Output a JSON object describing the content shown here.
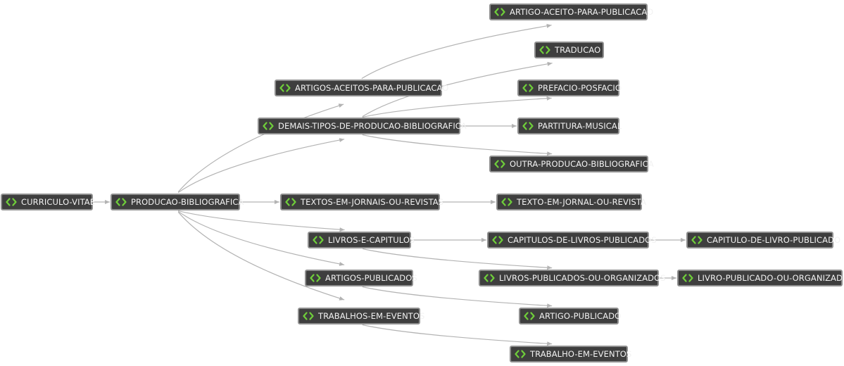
{
  "diagram": {
    "type": "tree-graph",
    "colors": {
      "node_background": "#3e3e3e",
      "node_border": "#8f8f8f",
      "node_text": "#f2f2f2",
      "icon": "#6fce3a",
      "edge": "#b3b3b3"
    },
    "node_icon": "code-brackets-icon",
    "nodes": [
      {
        "id": "curriculo_vitae",
        "label": "CURRICULO-VITAE"
      },
      {
        "id": "producao_bibliografica",
        "label": "PRODUCAO-BIBLIOGRAFICA"
      },
      {
        "id": "artigos_aceitos",
        "label": "ARTIGOS-ACEITOS-PARA-PUBLICACAO"
      },
      {
        "id": "demais_tipos",
        "label": "DEMAIS-TIPOS-DE-PRODUCAO-BIBLIOGRAFICA"
      },
      {
        "id": "textos_jornais",
        "label": "TEXTOS-EM-JORNAIS-OU-REVISTAS"
      },
      {
        "id": "livros_capitulos",
        "label": "LIVROS-E-CAPITULOS"
      },
      {
        "id": "artigos_publicados",
        "label": "ARTIGOS-PUBLICADOS"
      },
      {
        "id": "trabalhos_eventos",
        "label": "TRABALHOS-EM-EVENTOS"
      },
      {
        "id": "artigo_aceito",
        "label": "ARTIGO-ACEITO-PARA-PUBLICACAO"
      },
      {
        "id": "traducao",
        "label": "TRADUCAO"
      },
      {
        "id": "prefacio",
        "label": "PREFACIO-POSFACIO"
      },
      {
        "id": "partitura",
        "label": "PARTITURA-MUSICAL"
      },
      {
        "id": "outra_producao",
        "label": "OUTRA-PRODUCAO-BIBLIOGRAFICA"
      },
      {
        "id": "texto_jornal",
        "label": "TEXTO-EM-JORNAL-OU-REVISTA"
      },
      {
        "id": "capitulos_livros",
        "label": "CAPITULOS-DE-LIVROS-PUBLICADOS"
      },
      {
        "id": "livros_publicados",
        "label": "LIVROS-PUBLICADOS-OU-ORGANIZADOS"
      },
      {
        "id": "artigo_publicado",
        "label": "ARTIGO-PUBLICADO"
      },
      {
        "id": "trabalho_evento",
        "label": "TRABALHO-EM-EVENTOS"
      },
      {
        "id": "capitulo_livro",
        "label": "CAPITULO-DE-LIVRO-PUBLICADO"
      },
      {
        "id": "livro_publicado",
        "label": "LIVRO-PUBLICADO-OU-ORGANIZADO"
      }
    ],
    "edges": [
      {
        "from": "curriculo_vitae",
        "to": "producao_bibliografica"
      },
      {
        "from": "producao_bibliografica",
        "to": "artigos_aceitos"
      },
      {
        "from": "producao_bibliografica",
        "to": "demais_tipos"
      },
      {
        "from": "producao_bibliografica",
        "to": "textos_jornais"
      },
      {
        "from": "producao_bibliografica",
        "to": "livros_capitulos"
      },
      {
        "from": "producao_bibliografica",
        "to": "artigos_publicados"
      },
      {
        "from": "producao_bibliografica",
        "to": "trabalhos_eventos"
      },
      {
        "from": "artigos_aceitos",
        "to": "artigo_aceito"
      },
      {
        "from": "demais_tipos",
        "to": "traducao"
      },
      {
        "from": "demais_tipos",
        "to": "prefacio"
      },
      {
        "from": "demais_tipos",
        "to": "partitura"
      },
      {
        "from": "demais_tipos",
        "to": "outra_producao"
      },
      {
        "from": "textos_jornais",
        "to": "texto_jornal"
      },
      {
        "from": "livros_capitulos",
        "to": "capitulos_livros"
      },
      {
        "from": "livros_capitulos",
        "to": "livros_publicados"
      },
      {
        "from": "artigos_publicados",
        "to": "artigo_publicado"
      },
      {
        "from": "trabalhos_eventos",
        "to": "trabalho_evento"
      },
      {
        "from": "capitulos_livros",
        "to": "capitulo_livro"
      },
      {
        "from": "livros_publicados",
        "to": "livro_publicado"
      }
    ]
  }
}
